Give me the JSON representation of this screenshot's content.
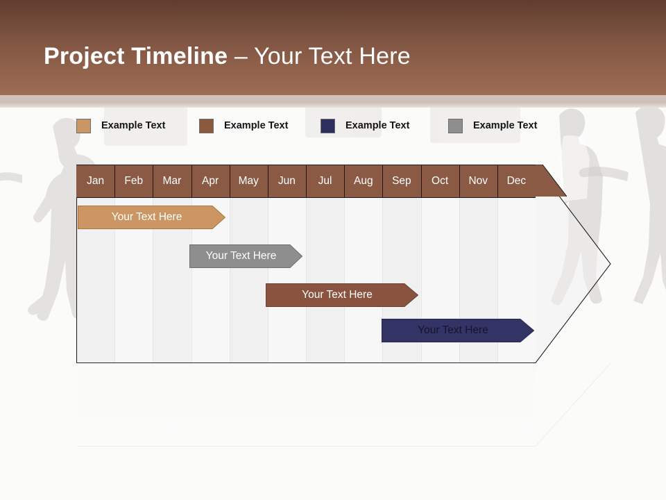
{
  "slide": {
    "title_bold": "Project Timeline",
    "title_rest": " – Your Text Here"
  },
  "legend": {
    "items": [
      {
        "label": "Example Text",
        "color": "#cb9663",
        "name": "tan"
      },
      {
        "label": "Example Text",
        "color": "#8b5a3c",
        "name": "brown"
      },
      {
        "label": "Example Text",
        "color": "#2d2d5e",
        "name": "navy"
      },
      {
        "label": "Example Text",
        "color": "#8e8e8e",
        "name": "gray"
      }
    ]
  },
  "chart_data": {
    "type": "bar",
    "title": "Project Timeline – Your Text Here",
    "xlabel": "",
    "ylabel": "",
    "categories": [
      "Jan",
      "Feb",
      "Mar",
      "Apr",
      "May",
      "Jun",
      "Jul",
      "Aug",
      "Sep",
      "Oct",
      "Nov",
      "Dec"
    ],
    "legend_position": "top",
    "grid": true,
    "series": [
      {
        "name": "Example Text",
        "label": "Your  Text Here",
        "color": "#cb9663",
        "text_color": "#ffffff",
        "start_month": "Jan",
        "end_month": "Apr",
        "row": 1
      },
      {
        "name": "Example Text",
        "label": "Your  Text Here",
        "color": "#8e8e8e",
        "text_color": "#ffffff",
        "start_month": "Apr",
        "end_month": "Jul",
        "row": 2
      },
      {
        "name": "Example Text",
        "label": "Your  Text Here",
        "color": "#8a5340",
        "text_color": "#ffffff",
        "start_month": "Jun",
        "end_month": "Sep",
        "row": 3
      },
      {
        "name": "Example Text",
        "label": "Your  Text Here",
        "color": "#333366",
        "text_color": "#14142e",
        "start_month": "Sep",
        "end_month": "Dec",
        "row": 4
      }
    ]
  },
  "colors": {
    "header_top": "#603d2d",
    "header_bottom": "#9d6d55",
    "header_strip": "#d3c5bd",
    "month_header": "#8a5a44",
    "column_shade": "#efeff0",
    "column_plain": "#ffffff"
  }
}
